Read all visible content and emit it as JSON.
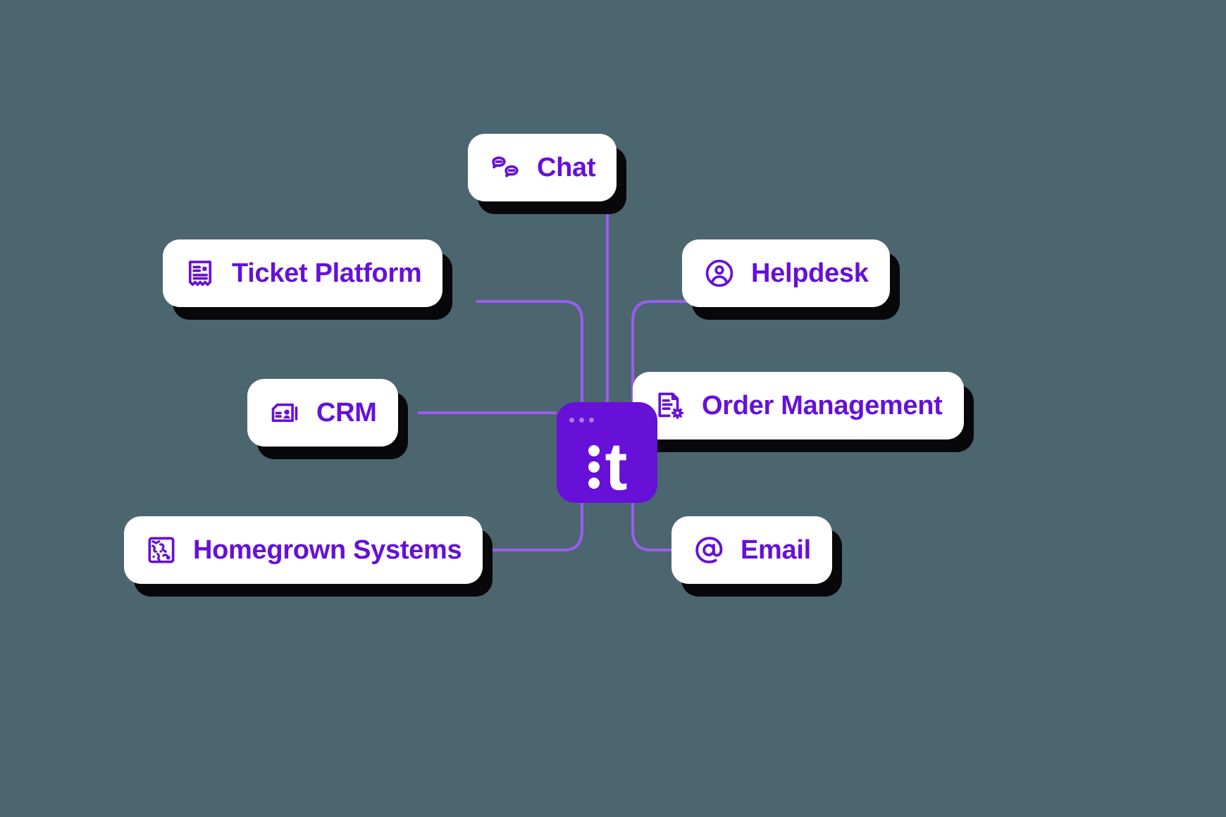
{
  "diagram": {
    "title": "Integration hub diagram",
    "background_color": "#4c666f",
    "accent_color": "#6610d8",
    "card_background": "#ffffff",
    "shadow_color": "#08070a",
    "connector_color": "#9b5cf0",
    "hub": {
      "name": "thena-logo",
      "letter": "t",
      "dot_count": 3,
      "window_dot_count": 3,
      "background_color": "#6610d8",
      "mark_color": "#ffffff"
    },
    "nodes": [
      {
        "id": "chat",
        "label": "Chat",
        "icon": "chat-bubbles-icon",
        "position": "top"
      },
      {
        "id": "ticket",
        "label": "Ticket Platform",
        "icon": "receipt-ticket-icon",
        "position": "top-left"
      },
      {
        "id": "helpdesk",
        "label": "Helpdesk",
        "icon": "user-circle-icon",
        "position": "top-right"
      },
      {
        "id": "crm",
        "label": "CRM",
        "icon": "contact-card-icon",
        "position": "middle-left"
      },
      {
        "id": "order",
        "label": "Order Management",
        "icon": "document-gear-icon",
        "position": "middle-right"
      },
      {
        "id": "homegrown",
        "label": "Homegrown Systems",
        "icon": "map-network-icon",
        "position": "bottom-left"
      },
      {
        "id": "email",
        "label": "Email",
        "icon": "at-sign-icon",
        "position": "bottom-right"
      }
    ],
    "connections": [
      {
        "from": "chat",
        "to": "hub"
      },
      {
        "from": "ticket",
        "to": "hub"
      },
      {
        "from": "helpdesk",
        "to": "hub"
      },
      {
        "from": "crm",
        "to": "hub"
      },
      {
        "from": "order",
        "to": "hub"
      },
      {
        "from": "homegrown",
        "to": "hub"
      },
      {
        "from": "email",
        "to": "hub"
      }
    ]
  }
}
